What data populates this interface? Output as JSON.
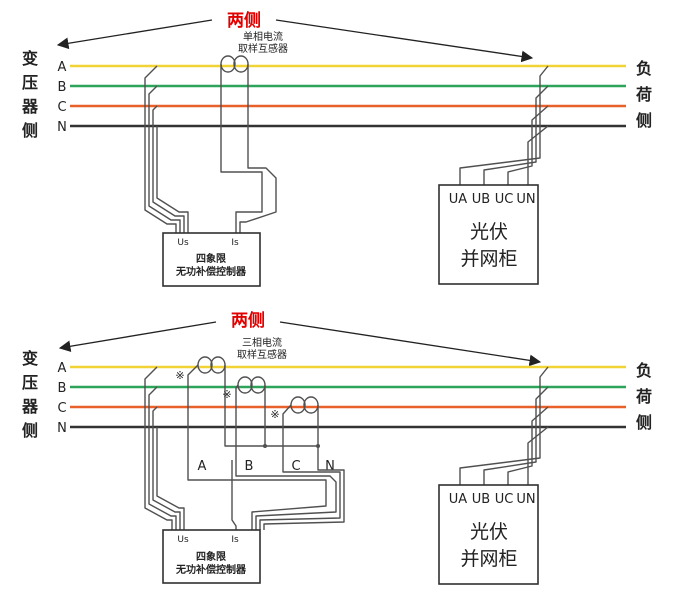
{
  "title_both_sides": "两侧",
  "transformer_side": [
    "变",
    "压",
    "器",
    "侧"
  ],
  "load_side": [
    "负",
    "荷",
    "侧"
  ],
  "phases": [
    "A",
    "B",
    "C",
    "N"
  ],
  "colors": {
    "phase_a": "#f2d335",
    "phase_b": "#2ea35a",
    "phase_c": "#e8602a",
    "phase_n": "#333333",
    "title": "#e00000"
  },
  "top_diagram": {
    "ct_label_line1": "单相电流",
    "ct_label_line2": "取样互感器",
    "controller": {
      "terminal_us": "Us",
      "terminal_is": "Is",
      "name_line1": "四象限",
      "name_line2": "无功补偿控制器"
    },
    "pv_cabinet": {
      "terminals": [
        "UA",
        "UB",
        "UC",
        "UN"
      ],
      "name_line1": "光伏",
      "name_line2": "并网柜"
    }
  },
  "bottom_diagram": {
    "ct_label_line1": "三相电流",
    "ct_label_line2": "取样互感器",
    "ct_marker": "※",
    "ct_outputs": [
      "A",
      "B",
      "C",
      "N"
    ],
    "controller": {
      "terminal_us": "Us",
      "terminal_is": "Is",
      "name_line1": "四象限",
      "name_line2": "无功补偿控制器"
    },
    "pv_cabinet": {
      "terminals": [
        "UA",
        "UB",
        "UC",
        "UN"
      ],
      "name_line1": "光伏",
      "name_line2": "并网柜"
    }
  }
}
